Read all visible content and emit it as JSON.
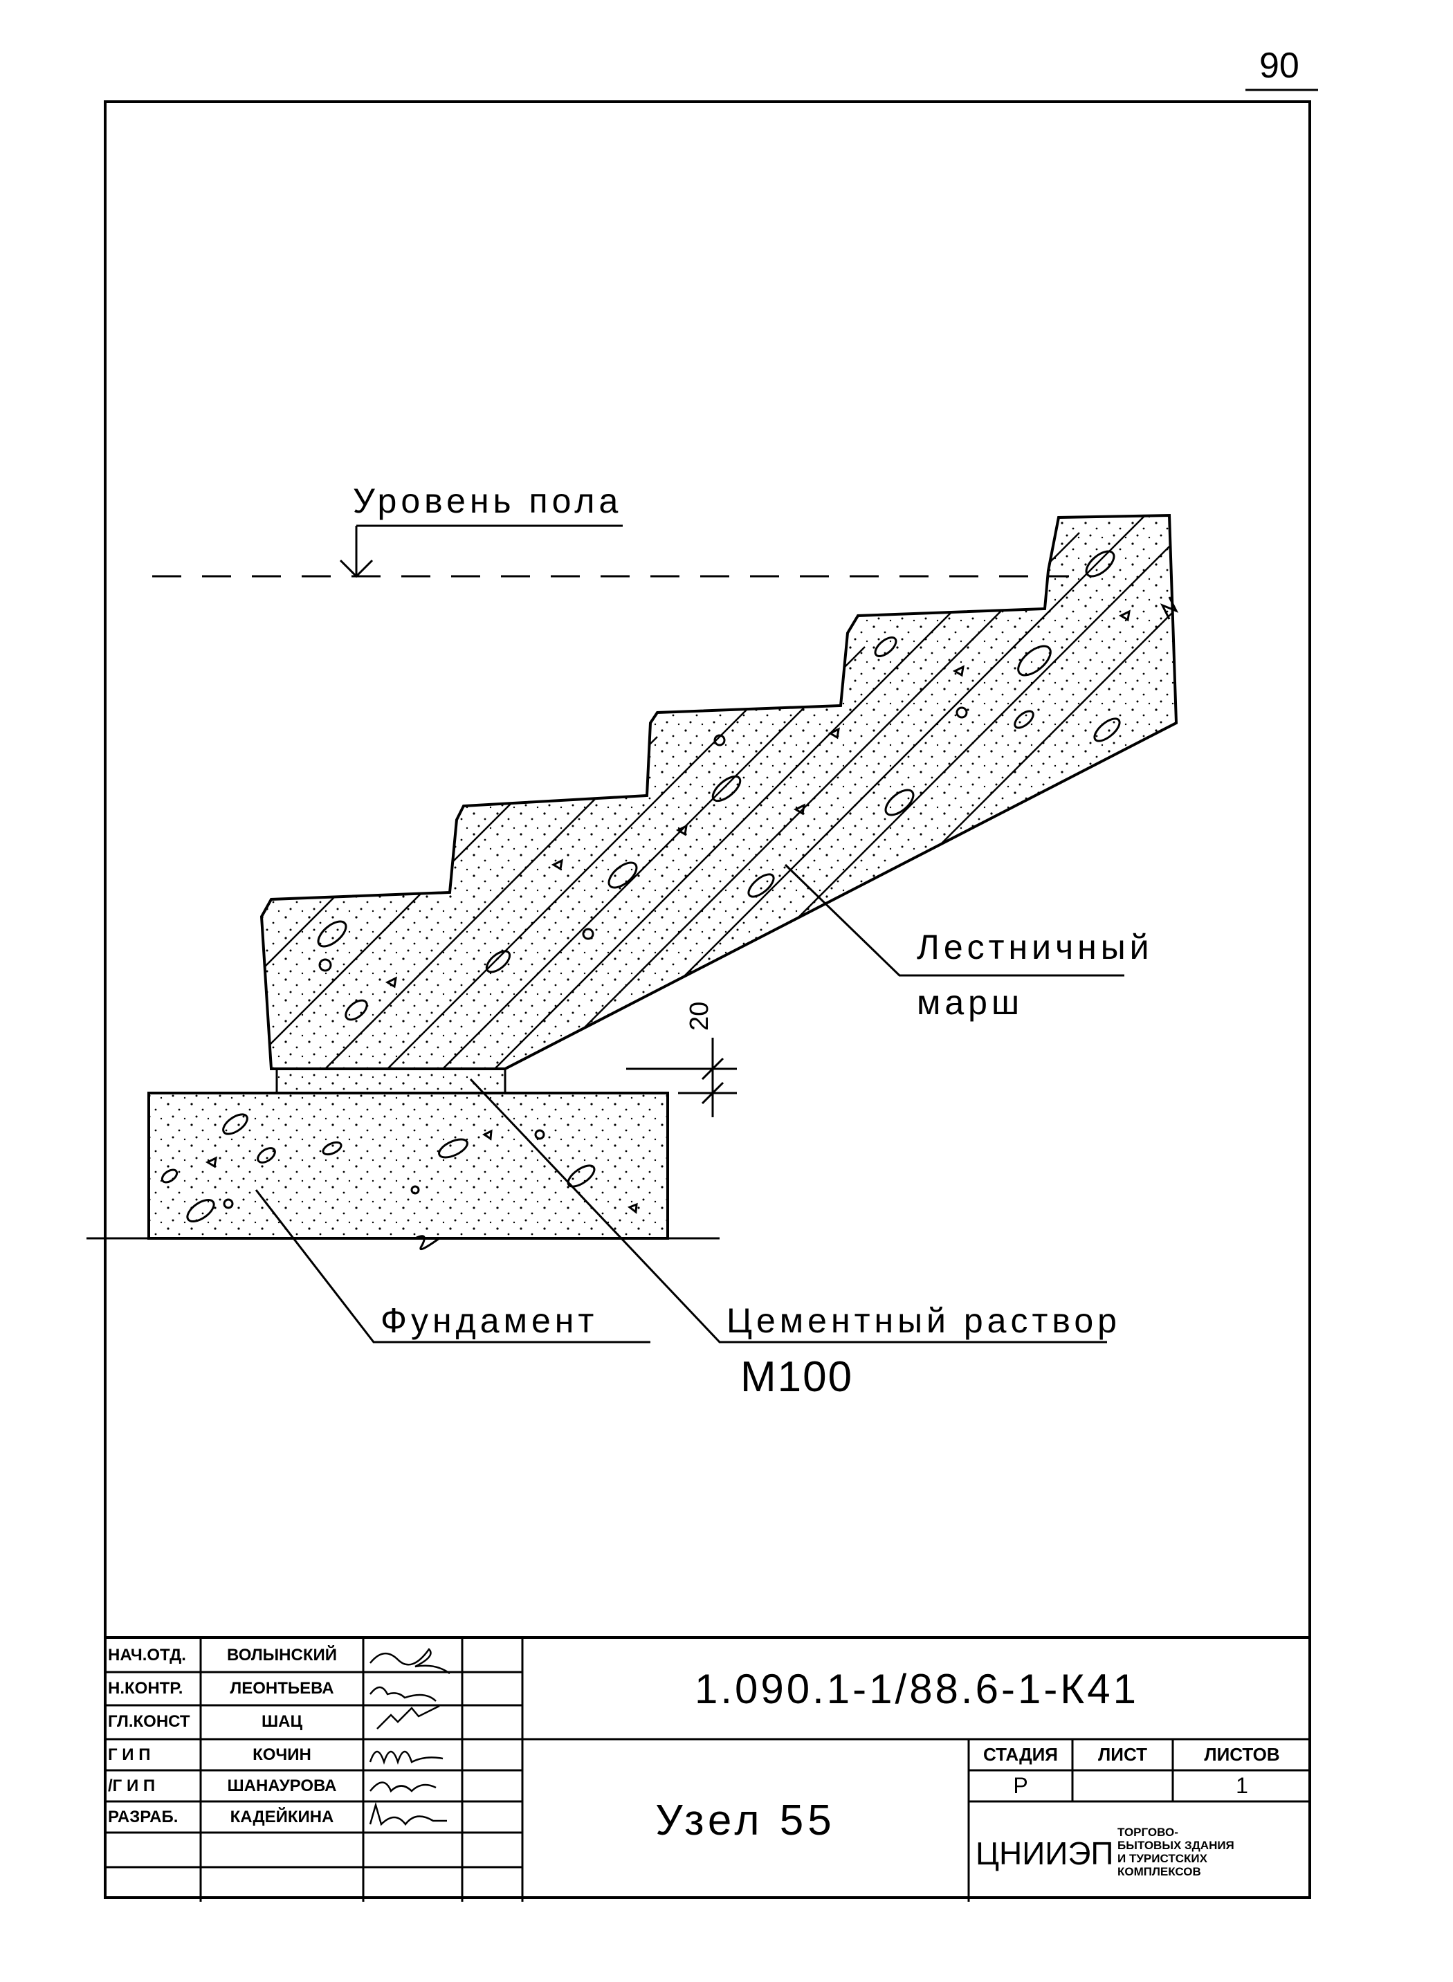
{
  "page_number": "90",
  "labels": {
    "floor_level": "Уровень пола",
    "stair_flight_line1": "Лестничный",
    "stair_flight_line2": "марш",
    "foundation": "Фундамент",
    "cement_mortar_line1": "Цементный раствор",
    "cement_mortar_line2": "М100",
    "dimension_20": "20"
  },
  "title_block": {
    "roles": [
      "НАЧ.ОТД.",
      "Н.КОНТР.",
      "ГЛ.КОНСТ",
      "Г И П",
      "/Г И П",
      "РАЗРАБ."
    ],
    "names": [
      "ВОЛЫНСКИЙ",
      "ЛЕОНТЬЕВА",
      "ШАЦ",
      "КОЧИН",
      "ШАНАУРОВА",
      "КАДЕЙКИНА"
    ],
    "document_code": "1.090.1-1/88.6-1-К41",
    "sheet_title": "Узел 55",
    "stage_header": "СТАДИЯ",
    "sheet_header": "ЛИСТ",
    "sheets_header": "ЛИСТОВ",
    "stage_value": "Р",
    "sheets_value": "1",
    "organization": "ЦНИИЭП",
    "organization_desc": "ТОРГОВО-БЫТОВЫХ ЗДАНИЯ И ТУРИСТСКИХ КОМПЛЕКСОВ"
  }
}
